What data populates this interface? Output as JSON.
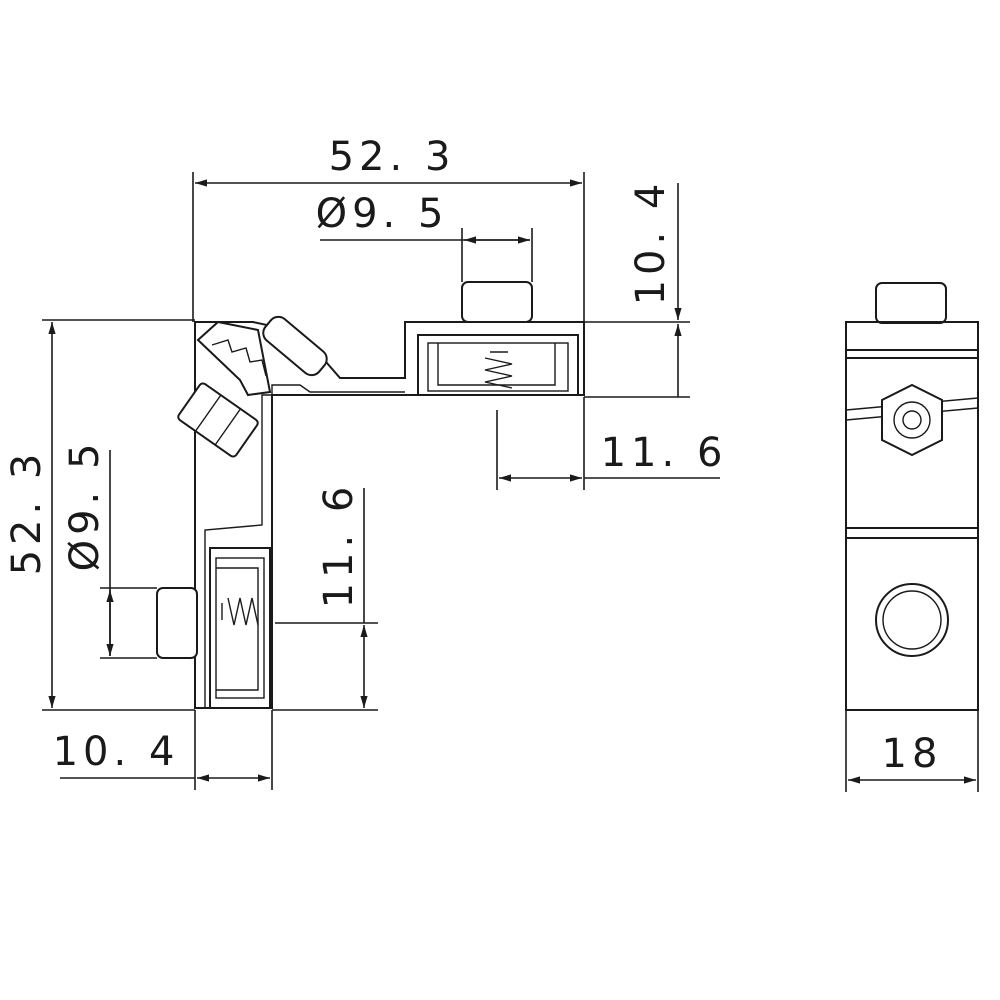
{
  "drawing": {
    "dimensions": {
      "top_width": "52. 3",
      "top_diameter": "Ø9. 5",
      "top_height": "10. 4",
      "right_offset": "11. 6",
      "left_height": "52. 3",
      "left_diameter": "Ø9. 5",
      "left_offset": "11. 6",
      "bottom_width": "10. 4",
      "side_width": "18"
    }
  }
}
